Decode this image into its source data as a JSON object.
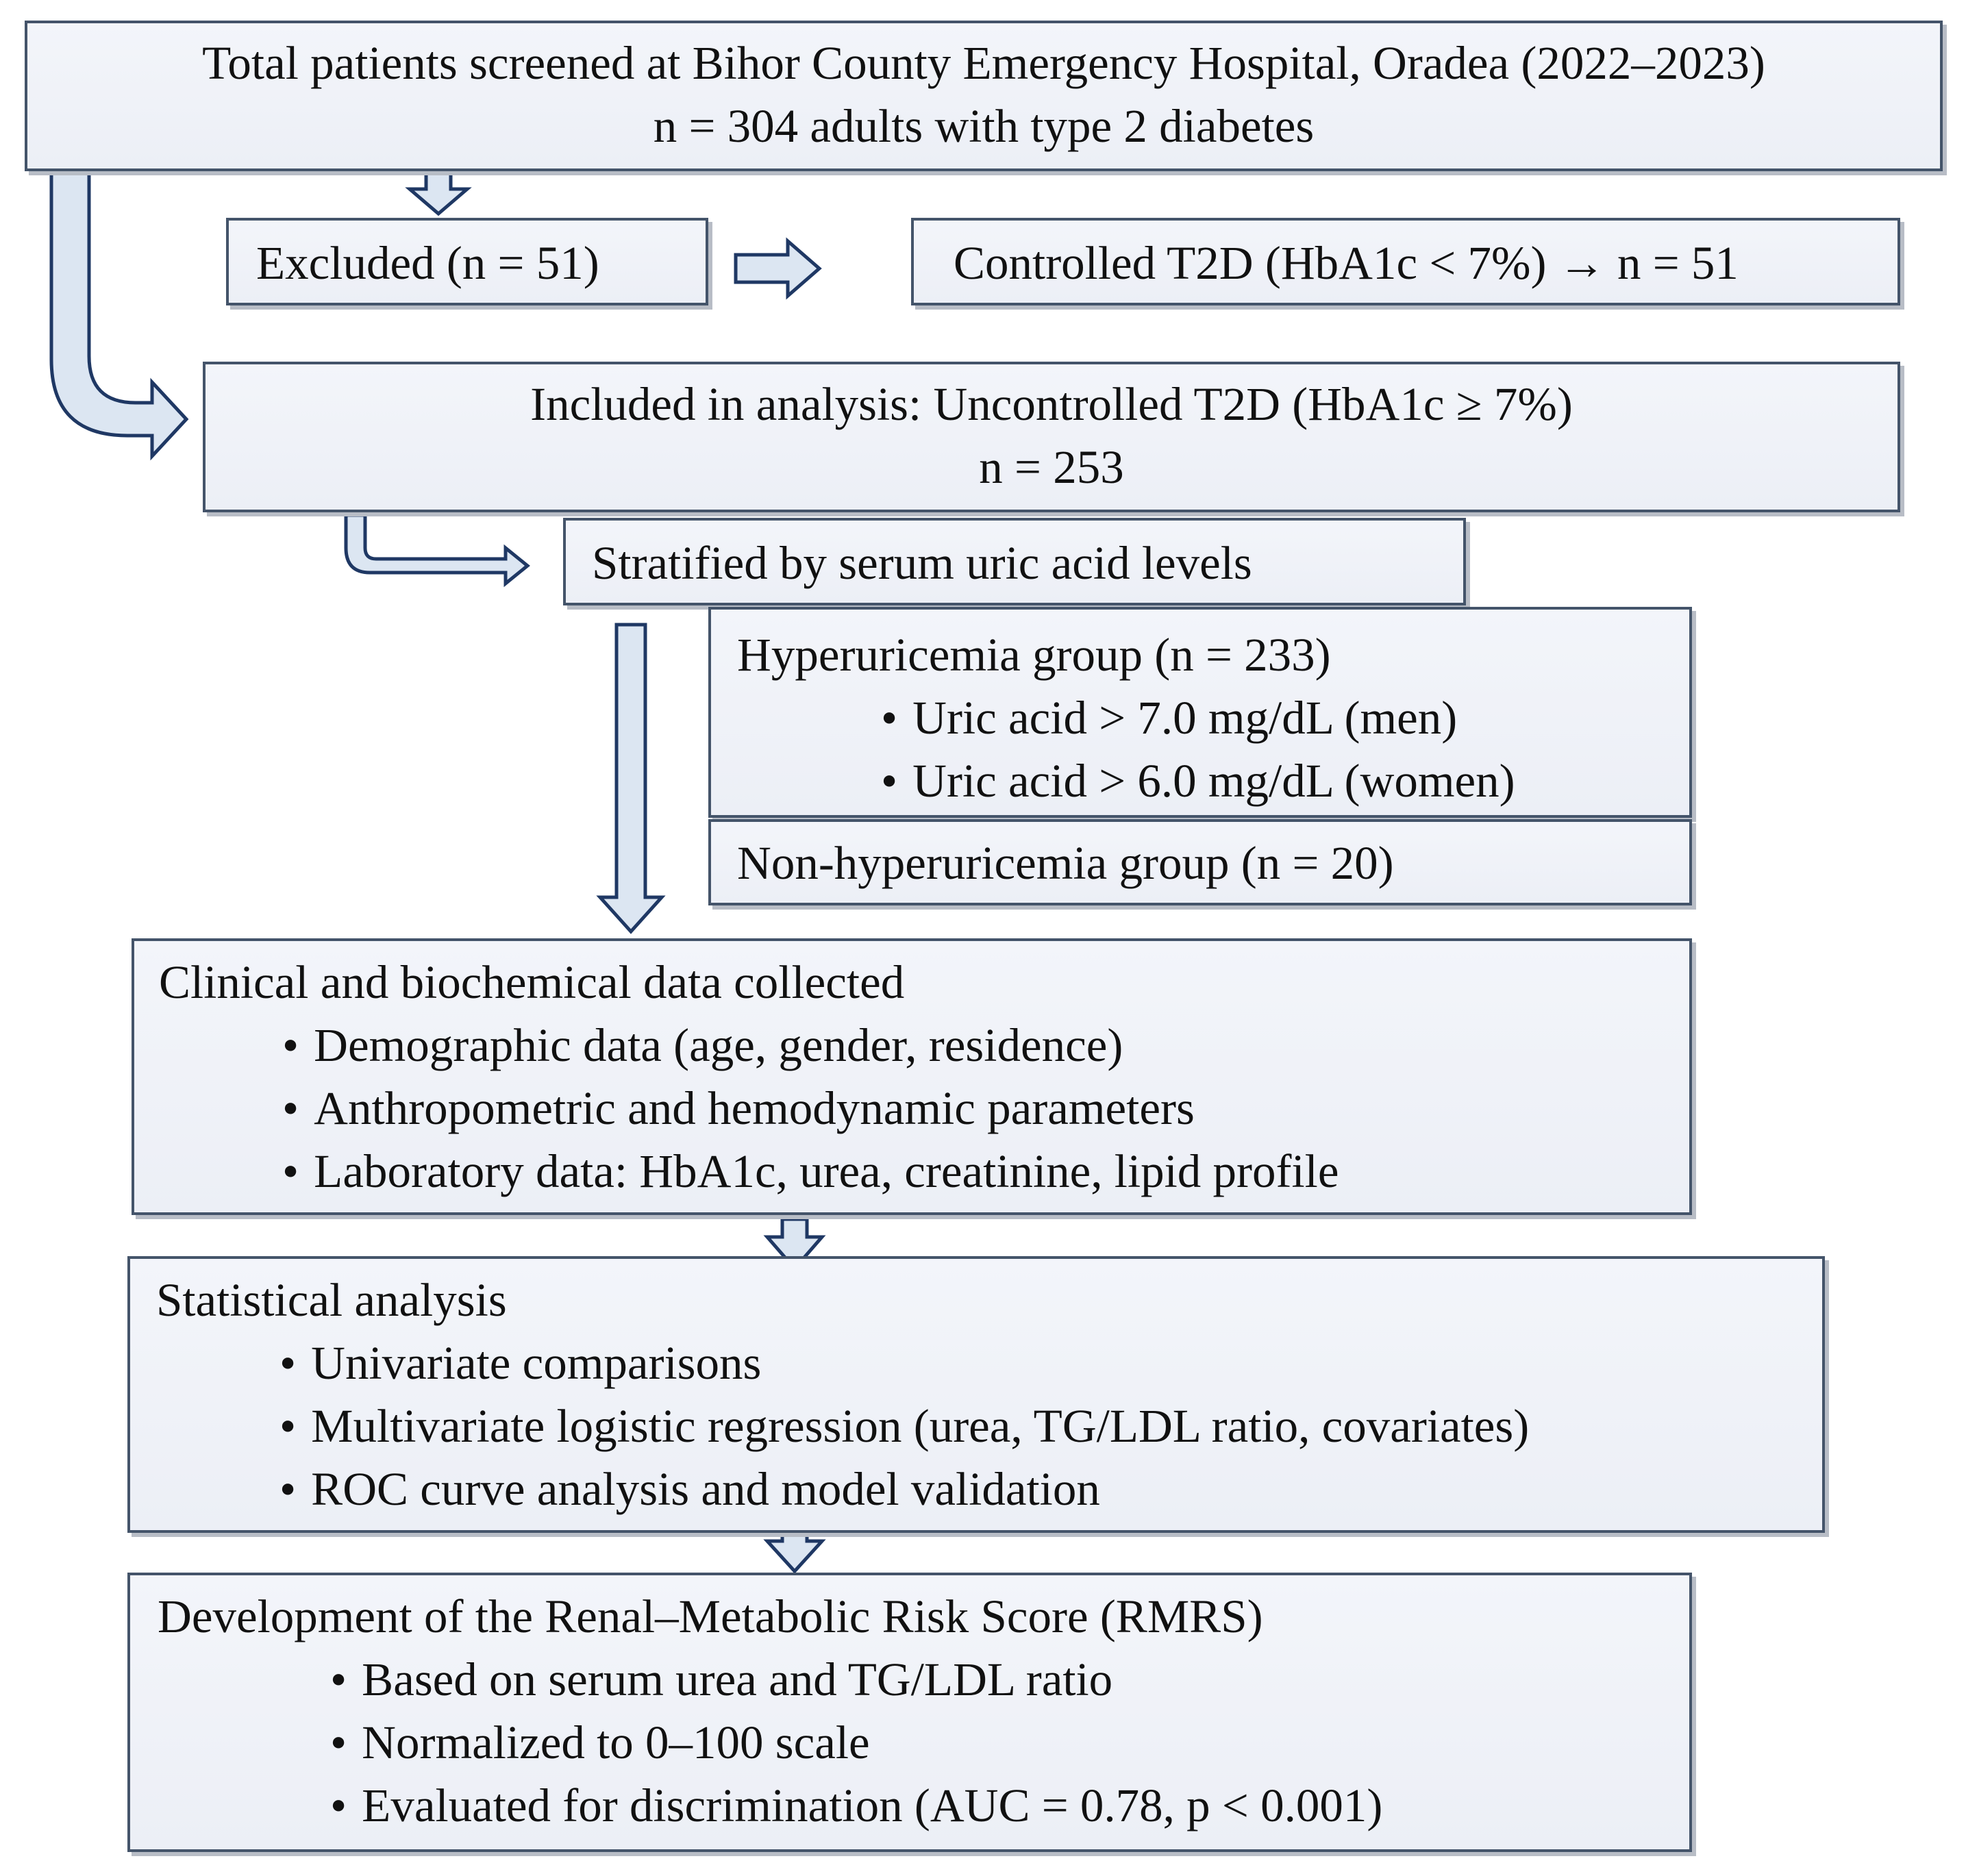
{
  "screened": {
    "line1": "Total patients screened at Bihor County Emergency Hospital, Oradea (2022–2023)",
    "line2": "n = 304 adults with type 2 diabetes"
  },
  "excluded": {
    "label": "Excluded (n = 51)"
  },
  "controlled": {
    "label": "Controlled T2D (HbA1c < 7%) → n = 51"
  },
  "included": {
    "line1": "Included in analysis: Uncontrolled T2D (HbA1c ≥ 7%)",
    "line2": "n = 253"
  },
  "stratified": {
    "label": "Stratified by serum uric acid levels"
  },
  "hyperuricemia": {
    "title": "Hyperuricemia group (n = 233)",
    "bullets": [
      "Uric acid > 7.0 mg/dL (men)",
      "Uric acid > 6.0 mg/dL (women)"
    ]
  },
  "non_hyperuricemia": {
    "title": "Non-hyperuricemia group (n = 20)"
  },
  "clinical": {
    "title": "Clinical and biochemical data collected",
    "bullets": [
      "Demographic data (age, gender, residence)",
      "Anthropometric and hemodynamic parameters",
      "Laboratory data: HbA1c, urea, creatinine, lipid profile"
    ]
  },
  "statistical": {
    "title": "Statistical analysis",
    "bullets": [
      "Univariate comparisons",
      "Multivariate logistic regression (urea, TG/LDL ratio, covariates)",
      "ROC curve analysis and model validation"
    ]
  },
  "rmrs": {
    "title": "Development of the Renal–Metabolic Risk Score (RMRS)",
    "bullets": [
      "Based on serum urea and TG/LDL ratio",
      "Normalized to 0–100 scale",
      "Evaluated for discrimination (AUC = 0.78, p < 0.001)"
    ]
  },
  "colors": {
    "box_fill": "#eef1f7",
    "box_border": "#44546a",
    "arrow_fill": "#dce6f2",
    "arrow_stroke": "#1f3864"
  }
}
